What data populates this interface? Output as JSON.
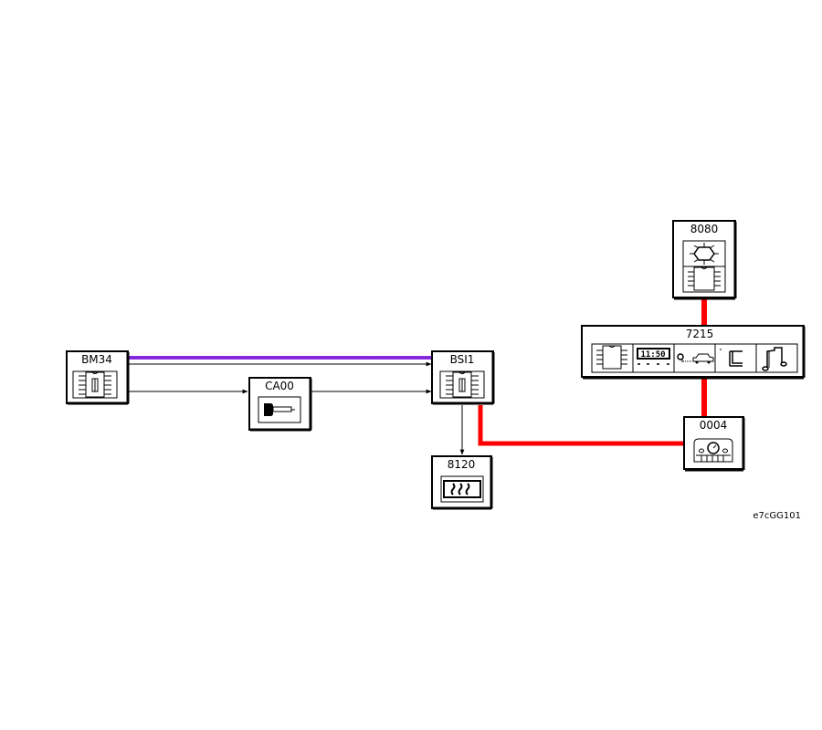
{
  "diagram": {
    "reference": "e7cGG101",
    "colors": {
      "can_low_speed_bus": "#ff0000",
      "diagnostic_bus": "#8a2be2",
      "wire": "#000000",
      "box_border": "#000000",
      "background": "#ffffff"
    },
    "modules": [
      {
        "id": "BM34",
        "label": "BM34",
        "icon": "ecu-chip-icon"
      },
      {
        "id": "CA00",
        "label": "CA00",
        "icon": "ignition-key-icon"
      },
      {
        "id": "BSI1",
        "label": "BSI1",
        "icon": "ecu-chip-icon"
      },
      {
        "id": "8120",
        "label": "8120",
        "icon": "rear-defrost-icon"
      },
      {
        "id": "8080",
        "label": "8080",
        "icon": "air-conditioning-icon"
      },
      {
        "id": "7215",
        "label": "7215",
        "icons": [
          "ecu-chip-icon",
          "clock-display-icon",
          "vehicle-key-icon",
          "seat-icon",
          "music-note-icon"
        ]
      },
      {
        "id": "0004",
        "label": "0004",
        "icon": "instrument-cluster-icon"
      }
    ],
    "display_digits": "11:50",
    "connections": [
      {
        "from": "BM34",
        "to": "BSI1",
        "type": "diagnostic_bus"
      },
      {
        "from": "BM34",
        "to": "BSI1",
        "type": "wire"
      },
      {
        "from": "BM34",
        "to": "CA00",
        "type": "wire"
      },
      {
        "from": "CA00",
        "to": "BSI1",
        "type": "wire"
      },
      {
        "from": "BSI1",
        "to": "8120",
        "type": "wire"
      },
      {
        "from": "BSI1",
        "to": "0004",
        "type": "can_low_speed_bus"
      },
      {
        "from": "0004",
        "to": "7215",
        "type": "can_low_speed_bus"
      },
      {
        "from": "7215",
        "to": "8080",
        "type": "can_low_speed_bus"
      }
    ]
  }
}
